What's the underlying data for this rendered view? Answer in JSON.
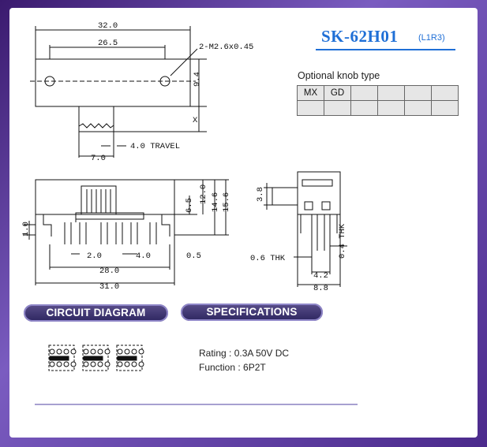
{
  "title": {
    "model": "SK-62H01",
    "variant": "(L1R3)"
  },
  "knob": {
    "label": "Optional knob type",
    "row1": [
      "MX",
      "GD",
      "",
      "",
      "",
      ""
    ],
    "row2": [
      "",
      "",
      "",
      "",
      "",
      ""
    ]
  },
  "sections": {
    "circuit": "CIRCUIT DIAGRAM",
    "specs": "SPECIFICATIONS"
  },
  "specs": {
    "rating": "Rating : 0.3A  50V  DC",
    "function": "Function : 6P2T"
  },
  "dims": {
    "top_width": "32.0",
    "hole_spacing": "26.5",
    "holes": "2-M2.6x0.45",
    "height_9_4": "9.4",
    "x": "X",
    "travel": "4.0 TRAVEL",
    "knob_w": "7.0",
    "left_1_0": "1.0",
    "pitch_2_0": "2.0",
    "span_4_0": "4.0",
    "right_0_5": "0.5",
    "span_28": "28.0",
    "span_31": "31.0",
    "h_6_5": "6.5",
    "h_12_0": "12.0",
    "h_14_6": "14.6",
    "h_15_6": "15.6",
    "side_3_8": "3.8",
    "thk_06": "0.6 THK",
    "thk_04": "0.4 THK",
    "side_4_2": "4.2",
    "side_8_8": "8.8"
  }
}
